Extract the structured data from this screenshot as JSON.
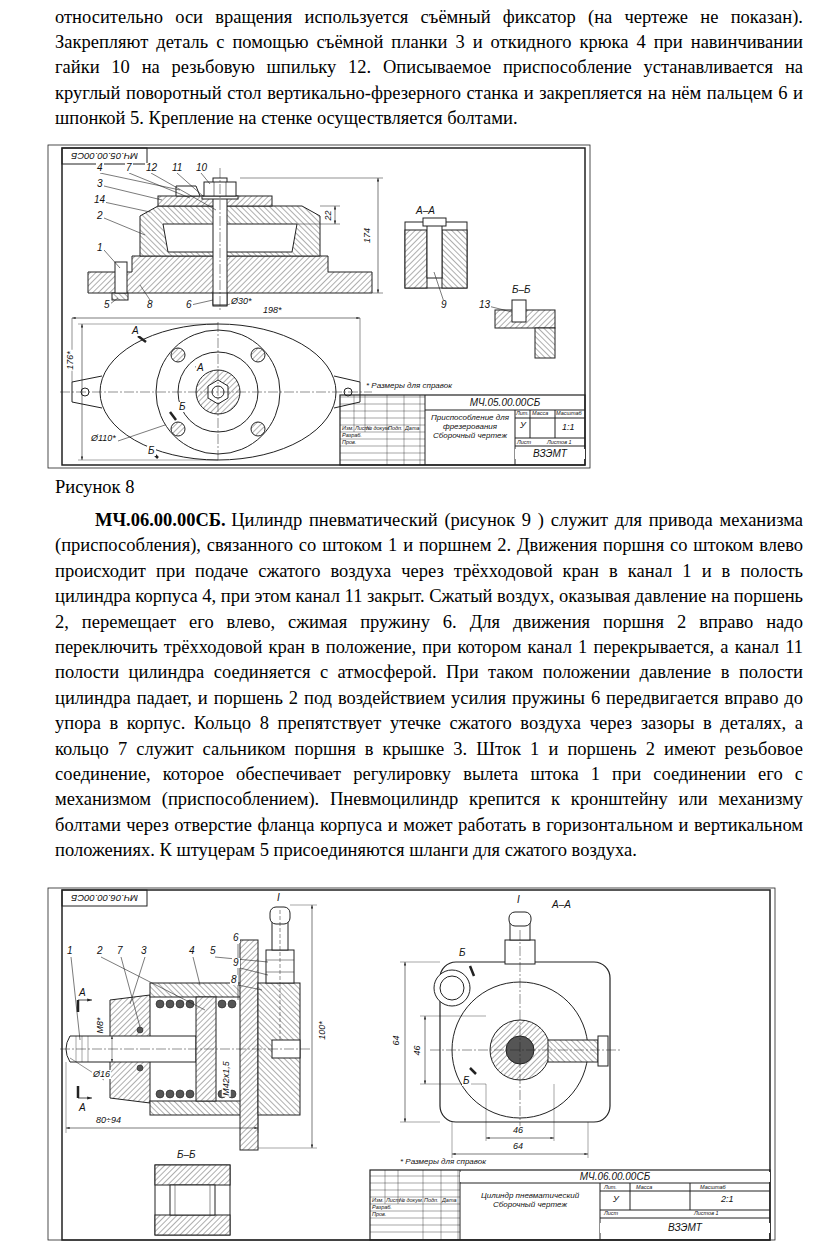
{
  "diagram": {
    "caption": "Рисунок 8",
    "labels": [
      "относительно оси вращения используется съёмный фиксатор (на чертеже не показан). Закрепляют деталь с помощью съёмной планки 3 и откидного крюка 4 при навинчивании гайки 10 на резьбовую шпильку 12. Описываемое приспособление устанавливается на круглый поворотный стол вертикально-фрезерного станка и закрепляется на нём пальцем 6 и шпонкой 5. Крепление на стенке осуществляется болтами.",
      "МЧ.06.00.00СБ.",
      "Цилиндр пневматический (рисунок 9 ) служит для привода механизма (приспособления), связанного со штоком 1 и поршнем 2. Движения поршня со штоком влево происходит при подаче сжатого воздуха через трёхходовой кран в канал 1 и в полость цилиндра корпуса 4, при этом канал 11 закрыт. Сжатый воздух, оказывая давление на поршень 2, перемещает его влево, сжимая пружину 6. Для движения поршня 2 вправо надо переключить трёхходовой кран в положение, при котором канал 1 перекрывается, а канал 11 полости цилиндра соединяется с атмосферой. При таком положении давление в полости цилиндра падает, и поршень 2 под воздействием усилия пружины 6 передвигается вправо до упора в корпус. Кольцо 8 препятствует утечке сжатого воздуха через зазоры в деталях, а кольцо 7 служит сальником поршня в крышке 3. Шток 1 и поршень 2 имеют резьбовое соединение, которое обеспечивает регулировку вылета штока 1 при соединении его с механизмом (приспособлением). Пневмоцилиндр крепится к кронштейну или механизму болтами через отверстие фланца корпуса и может работать в горизонтальном и вертикальном положениях. К штуцерам 5 присоединяются шланги для сжатого воздуха.",
      "МЧ.05.00.00СБ",
      "4",
      "7",
      "12",
      "11",
      "10",
      "3",
      "14",
      "2",
      "1",
      "5",
      "8",
      "6",
      "Ø30*",
      "174",
      "22",
      "198*",
      "176*",
      "Ø110*",
      "А–А",
      "9",
      "Б–Б",
      "13",
      "А",
      "А",
      "Б",
      "Б",
      "* Размеры для справок",
      "МЧ.05.00.00СБ",
      "Приспособление для фрезерования Сборочный чертеж",
      "Лит.",
      "Масса",
      "Масштаб",
      "У",
      "1:1",
      "Лист",
      "Листов 1",
      "ВЗЭМТ",
      "Изм.",
      "Лист",
      "№ докум.",
      "Подп.",
      "Дата",
      "Разраб.",
      "Пров.",
      "МЧ.06.00.00СБ",
      "1",
      "2",
      "7",
      "3",
      "4",
      "5",
      "6",
      "9",
      "8",
      "I",
      "А",
      "А",
      "M8*",
      "Ø16",
      "100*",
      "M42x1,5",
      "80÷94",
      "Б–Б",
      "I",
      "А–А",
      "Б",
      "Б",
      "46",
      "64",
      "46",
      "64",
      "* Размеры для справок",
      "МЧ.06.00.00СБ",
      "Цилиндр пневматический Сборочный чертеж",
      "Лит.",
      "Масса",
      "Масштаб",
      "У",
      "2:1",
      "Лист",
      "Листов 1",
      "ВЗЭМТ",
      "Изм.",
      "Лист",
      "№ докум.",
      "Подп.",
      "Дата",
      "Разраб.",
      "Пров."
    ]
  }
}
